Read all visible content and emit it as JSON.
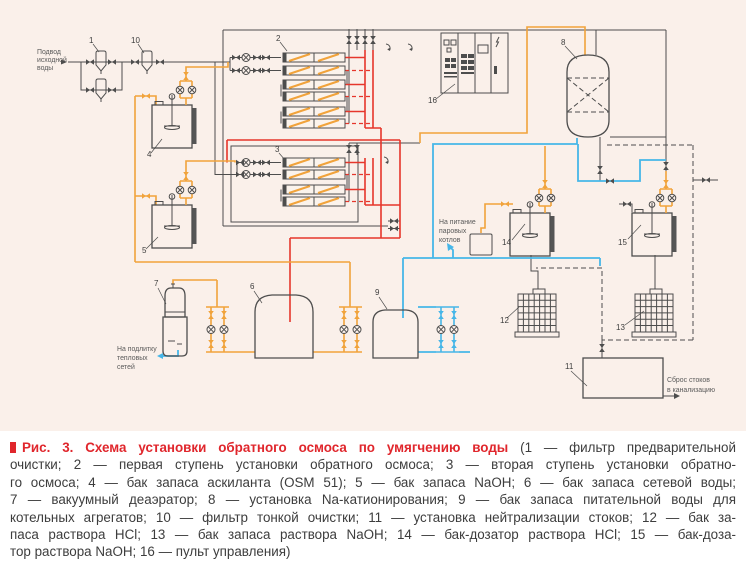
{
  "colors": {
    "diagram_bg": "#faf0ea",
    "line_gray": "#4d4d4d",
    "pipe_orange": "#f1a33b",
    "pipe_red": "#e6362b",
    "pipe_blue": "#46b6e8",
    "caption_red": "#e0262c",
    "text_dark": "#3d3d3d"
  },
  "diagram": {
    "numbers": {
      "n1": "1",
      "n2": "2",
      "n3": "3",
      "n4": "4",
      "n5": "5",
      "n6": "6",
      "n7": "7",
      "n8": "8",
      "n9": "9",
      "n10": "10",
      "n11": "11",
      "n12": "12",
      "n13": "13",
      "n14": "14",
      "n15": "15",
      "n16": "16"
    },
    "annotations": {
      "inlet": [
        "Подвод",
        "исходной",
        "воды"
      ],
      "steam_boilers": [
        "На питание",
        "паровых",
        "котлов"
      ],
      "heat_network": [
        "На подлитку",
        "тепловых",
        "сетей"
      ],
      "sewer": [
        "Сброс стоков",
        "в канализацию"
      ]
    }
  },
  "caption": {
    "figure_title": "Рис. 3. Схема установки обратного осмоса по умягчению воды",
    "line1_rest": "(1 — фильтр предварительной",
    "lines": [
      "очистки; 2 — первая ступень установки обратного осмоса; 3 — вторая ступень установки обратно-",
      "го осмоса; 4 — бак запаса аскиланта (OSM 51); 5 — бак запаса NaOH; 6 — бак запаса сетевой воды;",
      "7 — вакуумный деаэратор; 8 — установка Na-катионирования; 9 — бак запаса питательной воды для",
      "котельных агрегатов; 10 — фильтр тонкой очистки; 11 — установка нейтрализации стоков; 12 — бак за-",
      "паса раствора HCl; 13 — бак запаса раствора NaOH; 14 — бак-дозатор раствора HCl; 15 — бак-доза-",
      "тор раствора NaOH; 16 — пульт управления)"
    ]
  }
}
